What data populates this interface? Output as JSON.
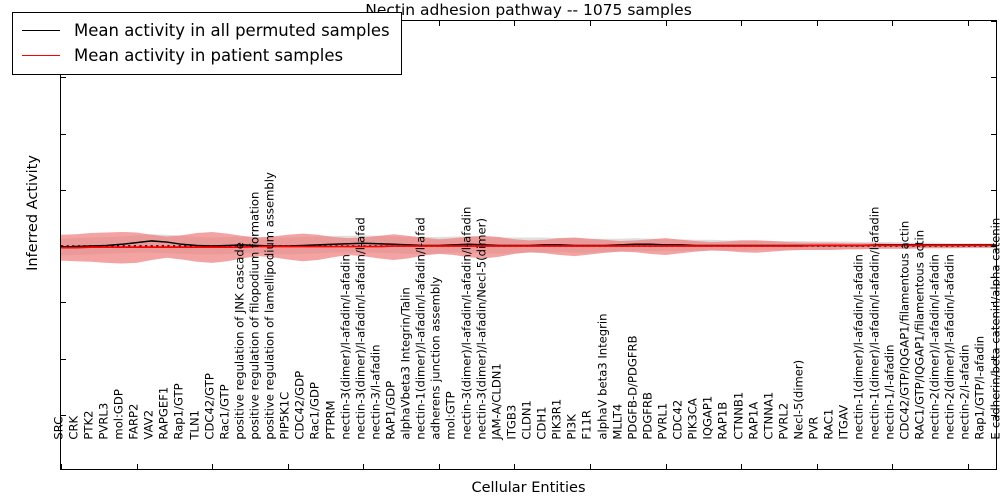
{
  "chart_data": {
    "type": "line",
    "title": "Nectin adhesion pathway -- 1075 samples",
    "xlabel": "Cellular Entities",
    "ylabel": "Inferred Activity",
    "ylim": [
      -4,
      4
    ],
    "yticks": [
      "4",
      "3",
      "2",
      "1",
      "0",
      "-1",
      "-2",
      "-3",
      "-4"
    ],
    "grid": false,
    "legend_position": "upper left",
    "n_samples": 1075,
    "categories": [
      "SRC",
      "CRK",
      "PTK2",
      "PVRL3",
      "mol:GDP",
      "FARP2",
      "VAV2",
      "RAPGEF1",
      "Rap1/GTP",
      "TLN1",
      "CDC42/GTP",
      "Rac1/GTP",
      "positive regulation of JNK cascade",
      "positive regulation of filopodium formation",
      "positive regulation of lamellipodium assembly",
      "PIP5K1C",
      "CDC42/GDP",
      "Rac1/GDP",
      "PTPRM",
      "nectin-3(dimer)/l-afadin/l-afadin",
      "nectin-3(dimer)/l-afadin/l-afadin/l-afad",
      "nectin-3/l-afadin",
      "RAP1/GDP",
      "alphaVbeta3 Integrin/Talin",
      "nectin-1(dimer)/l-afadin/l-afadin/l-afad",
      "adherens junction assembly",
      "mol:GTP",
      "nectin-3(dimer)/l-afadin/l-afadin/l-afadin",
      "nectin-3(dimer)/l-afadin/Necl-5(dimer)",
      "JAM-A/CLDN1",
      "ITGB3",
      "CLDN1",
      "CDH1",
      "PIK3R1",
      "PI3K",
      "F11R",
      "alphaV beta3 Integrin",
      "MLLT4",
      "PDGFB-D/PDGFRB",
      "PDGFRB",
      "PVRL1",
      "CDC42",
      "PIK3CA",
      "IQGAP1",
      "RAP1B",
      "CTNNB1",
      "RAP1A",
      "CTNNA1",
      "PVRL2",
      "Necl-5(dimer)",
      "PVR",
      "RAC1",
      "ITGAV",
      "nectin-1(dimer)/l-afadin/l-afadin",
      "nectin-1(dimer)/l-afadin/l-afadin/l-afadin",
      "nectin-1/l-afadin",
      "CDC42/GTP/IQGAP1/filamentous actin",
      "RAC1/GTP/IQGAP1/filamentous actin",
      "nectin-2(dimer)/l-afadin/l-afadin",
      "nectin-2(dimer)/l-afadin/l-afadin",
      "nectin-2/l-afadin",
      "Rap1/GTP/l-afadin",
      "E-cadherin/beta catenin/alpha catenin"
    ],
    "series": [
      {
        "name": "Mean activity in all permuted samples",
        "color": "#000000",
        "style": "solid",
        "values": [
          -0.02,
          -0.01,
          0.0,
          0.01,
          0.03,
          0.06,
          0.09,
          0.07,
          0.03,
          0.01,
          0.0,
          0.01,
          0.02,
          0.01,
          0.0,
          0.0,
          0.01,
          0.02,
          0.03,
          0.04,
          0.05,
          0.04,
          0.03,
          0.02,
          0.01,
          0.01,
          0.02,
          0.03,
          0.02,
          0.01,
          0.01,
          0.01,
          0.02,
          0.02,
          0.01,
          0.01,
          0.01,
          0.02,
          0.03,
          0.03,
          0.02,
          0.02,
          0.01,
          0.01,
          0.01,
          0.01,
          0.01,
          0.01,
          0.01,
          0.01,
          0.01,
          0.01,
          0.01,
          0.01,
          0.02,
          0.02,
          0.02,
          0.02,
          0.02,
          0.02,
          0.02,
          0.02,
          0.02
        ],
        "band_color": "#d9d9d9",
        "band_lower": [
          -0.17,
          -0.16,
          -0.15,
          -0.14,
          -0.13,
          -0.12,
          -0.12,
          -0.13,
          -0.14,
          -0.15,
          -0.15,
          -0.14,
          -0.13,
          -0.13,
          -0.14,
          -0.15,
          -0.14,
          -0.13,
          -0.12,
          -0.12,
          -0.11,
          -0.12,
          -0.13,
          -0.14,
          -0.14,
          -0.13,
          -0.12,
          -0.12,
          -0.13,
          -0.14,
          -0.13,
          -0.12,
          -0.11,
          -0.11,
          -0.12,
          -0.12,
          -0.11,
          -0.1,
          -0.09,
          -0.09,
          -0.09,
          -0.09,
          -0.09,
          -0.08,
          -0.08,
          -0.08,
          -0.07,
          -0.07,
          -0.07,
          -0.07,
          -0.06,
          -0.06,
          -0.06,
          -0.05,
          -0.05,
          -0.05,
          -0.05,
          -0.04,
          -0.04,
          -0.04,
          -0.04,
          -0.04,
          -0.04
        ],
        "band_upper": [
          0.13,
          0.14,
          0.15,
          0.16,
          0.17,
          0.19,
          0.21,
          0.2,
          0.18,
          0.16,
          0.15,
          0.16,
          0.17,
          0.16,
          0.15,
          0.15,
          0.16,
          0.17,
          0.18,
          0.18,
          0.19,
          0.18,
          0.17,
          0.16,
          0.16,
          0.16,
          0.17,
          0.17,
          0.16,
          0.15,
          0.15,
          0.15,
          0.15,
          0.14,
          0.14,
          0.13,
          0.13,
          0.13,
          0.14,
          0.13,
          0.12,
          0.12,
          0.11,
          0.11,
          0.1,
          0.1,
          0.1,
          0.09,
          0.09,
          0.09,
          0.08,
          0.08,
          0.08,
          0.07,
          0.07,
          0.07,
          0.06,
          0.06,
          0.06,
          0.05,
          0.05,
          0.05,
          0.05
        ]
      },
      {
        "name": "Mean activity in patient samples",
        "color": "#ff0000",
        "style": "solid",
        "values": [
          -0.03,
          -0.03,
          -0.02,
          -0.02,
          -0.02,
          -0.02,
          -0.02,
          -0.02,
          -0.02,
          -0.02,
          -0.02,
          -0.02,
          -0.02,
          -0.01,
          -0.01,
          -0.01,
          -0.01,
          -0.01,
          -0.01,
          -0.01,
          -0.01,
          -0.01,
          0.0,
          0.0,
          0.0,
          0.0,
          0.0,
          0.0,
          0.0,
          0.0,
          0.0,
          0.0,
          0.0,
          0.0,
          0.0,
          0.0,
          0.0,
          0.0,
          0.0,
          0.0,
          0.0,
          0.0,
          0.0,
          0.0,
          0.0,
          0.0,
          0.0,
          0.0,
          0.0,
          0.0,
          0.01,
          0.01,
          0.01,
          0.01,
          0.01,
          0.01,
          0.01,
          0.01,
          0.01,
          0.01,
          0.01,
          0.01,
          0.01
        ],
        "band_color": "#f08080",
        "band_lower": [
          -0.26,
          -0.27,
          -0.28,
          -0.3,
          -0.31,
          -0.3,
          -0.25,
          -0.21,
          -0.24,
          -0.28,
          -0.3,
          -0.27,
          -0.22,
          -0.18,
          -0.2,
          -0.24,
          -0.27,
          -0.25,
          -0.2,
          -0.16,
          -0.18,
          -0.22,
          -0.25,
          -0.22,
          -0.17,
          -0.14,
          -0.16,
          -0.2,
          -0.22,
          -0.19,
          -0.14,
          -0.11,
          -0.13,
          -0.16,
          -0.18,
          -0.15,
          -0.12,
          -0.1,
          -0.11,
          -0.14,
          -0.16,
          -0.13,
          -0.1,
          -0.08,
          -0.09,
          -0.11,
          -0.12,
          -0.1,
          -0.08,
          -0.07,
          -0.07,
          -0.07,
          -0.06,
          -0.06,
          -0.05,
          -0.05,
          -0.05,
          -0.04,
          -0.04,
          -0.04,
          -0.03,
          -0.03,
          -0.03
        ],
        "band_upper": [
          0.2,
          0.21,
          0.23,
          0.24,
          0.25,
          0.24,
          0.2,
          0.17,
          0.19,
          0.23,
          0.25,
          0.22,
          0.18,
          0.15,
          0.17,
          0.2,
          0.22,
          0.2,
          0.16,
          0.14,
          0.15,
          0.18,
          0.21,
          0.18,
          0.15,
          0.12,
          0.14,
          0.17,
          0.18,
          0.16,
          0.12,
          0.1,
          0.11,
          0.14,
          0.15,
          0.13,
          0.11,
          0.09,
          0.1,
          0.12,
          0.14,
          0.11,
          0.09,
          0.07,
          0.08,
          0.1,
          0.1,
          0.09,
          0.07,
          0.06,
          0.06,
          0.06,
          0.05,
          0.05,
          0.05,
          0.04,
          0.04,
          0.04,
          0.03,
          0.03,
          0.03,
          0.03,
          0.03
        ]
      }
    ],
    "legend": [
      {
        "label": "Mean activity in all permuted samples",
        "color": "#000000"
      },
      {
        "label": "Mean activity in patient samples",
        "color": "#ff0000"
      }
    ]
  }
}
